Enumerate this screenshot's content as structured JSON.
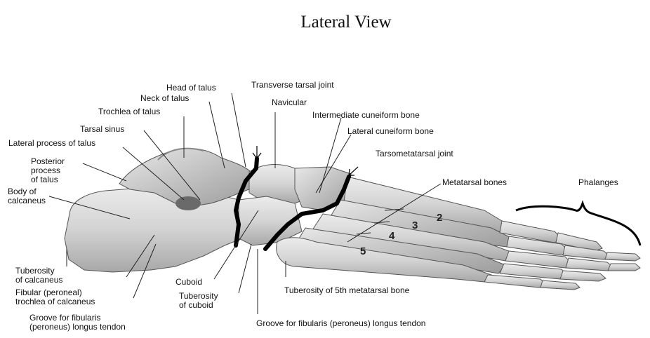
{
  "title": "Lateral View",
  "labels": {
    "head_of_talus": "Head of talus",
    "neck_of_talus": "Neck of talus",
    "trochlea_of_talus": "Trochlea of talus",
    "tarsal_sinus": "Tarsal sinus",
    "lateral_process_of_talus": "Lateral process of talus",
    "posterior_process_of_talus": [
      "Posterior",
      "process",
      "of talus"
    ],
    "body_of_calcaneus": [
      "Body of",
      "calcaneus"
    ],
    "transverse_tarsal_joint": "Transverse tarsal joint",
    "navicular": "Navicular",
    "intermediate_cuneiform": "Intermediate cuneiform bone",
    "lateral_cuneiform": "Lateral cuneiform bone",
    "tarsometatarsal_joint": "Tarsometatarsal joint",
    "metatarsal_bones": "Metatarsal bones",
    "phalanges": "Phalanges",
    "tuberosity_of_calcaneus": [
      "Tuberosity",
      "of calcaneus"
    ],
    "fibular_trochlea": [
      "Fibular (peroneal)",
      "trochlea of calcaneus"
    ],
    "groove_fibularis_left": [
      "Groove for fibularis",
      "(peroneus) longus tendon"
    ],
    "cuboid": "Cuboid",
    "tuberosity_of_cuboid": [
      "Tuberosity",
      "of cuboid"
    ],
    "tuberosity_5th_metatarsal": "Tuberosity of 5th metatarsal bone",
    "groove_fibularis_bottom": "Groove for fibularis (peroneus) longus tendon"
  },
  "metatarsal_numbers": [
    "2",
    "3",
    "4",
    "5"
  ],
  "colors": {
    "bone_fill": "#d9d9d9",
    "bone_shadow": "#9a9a9a",
    "bone_outline": "#555555",
    "joint_line": "#000000",
    "leader_line": "#222222"
  }
}
